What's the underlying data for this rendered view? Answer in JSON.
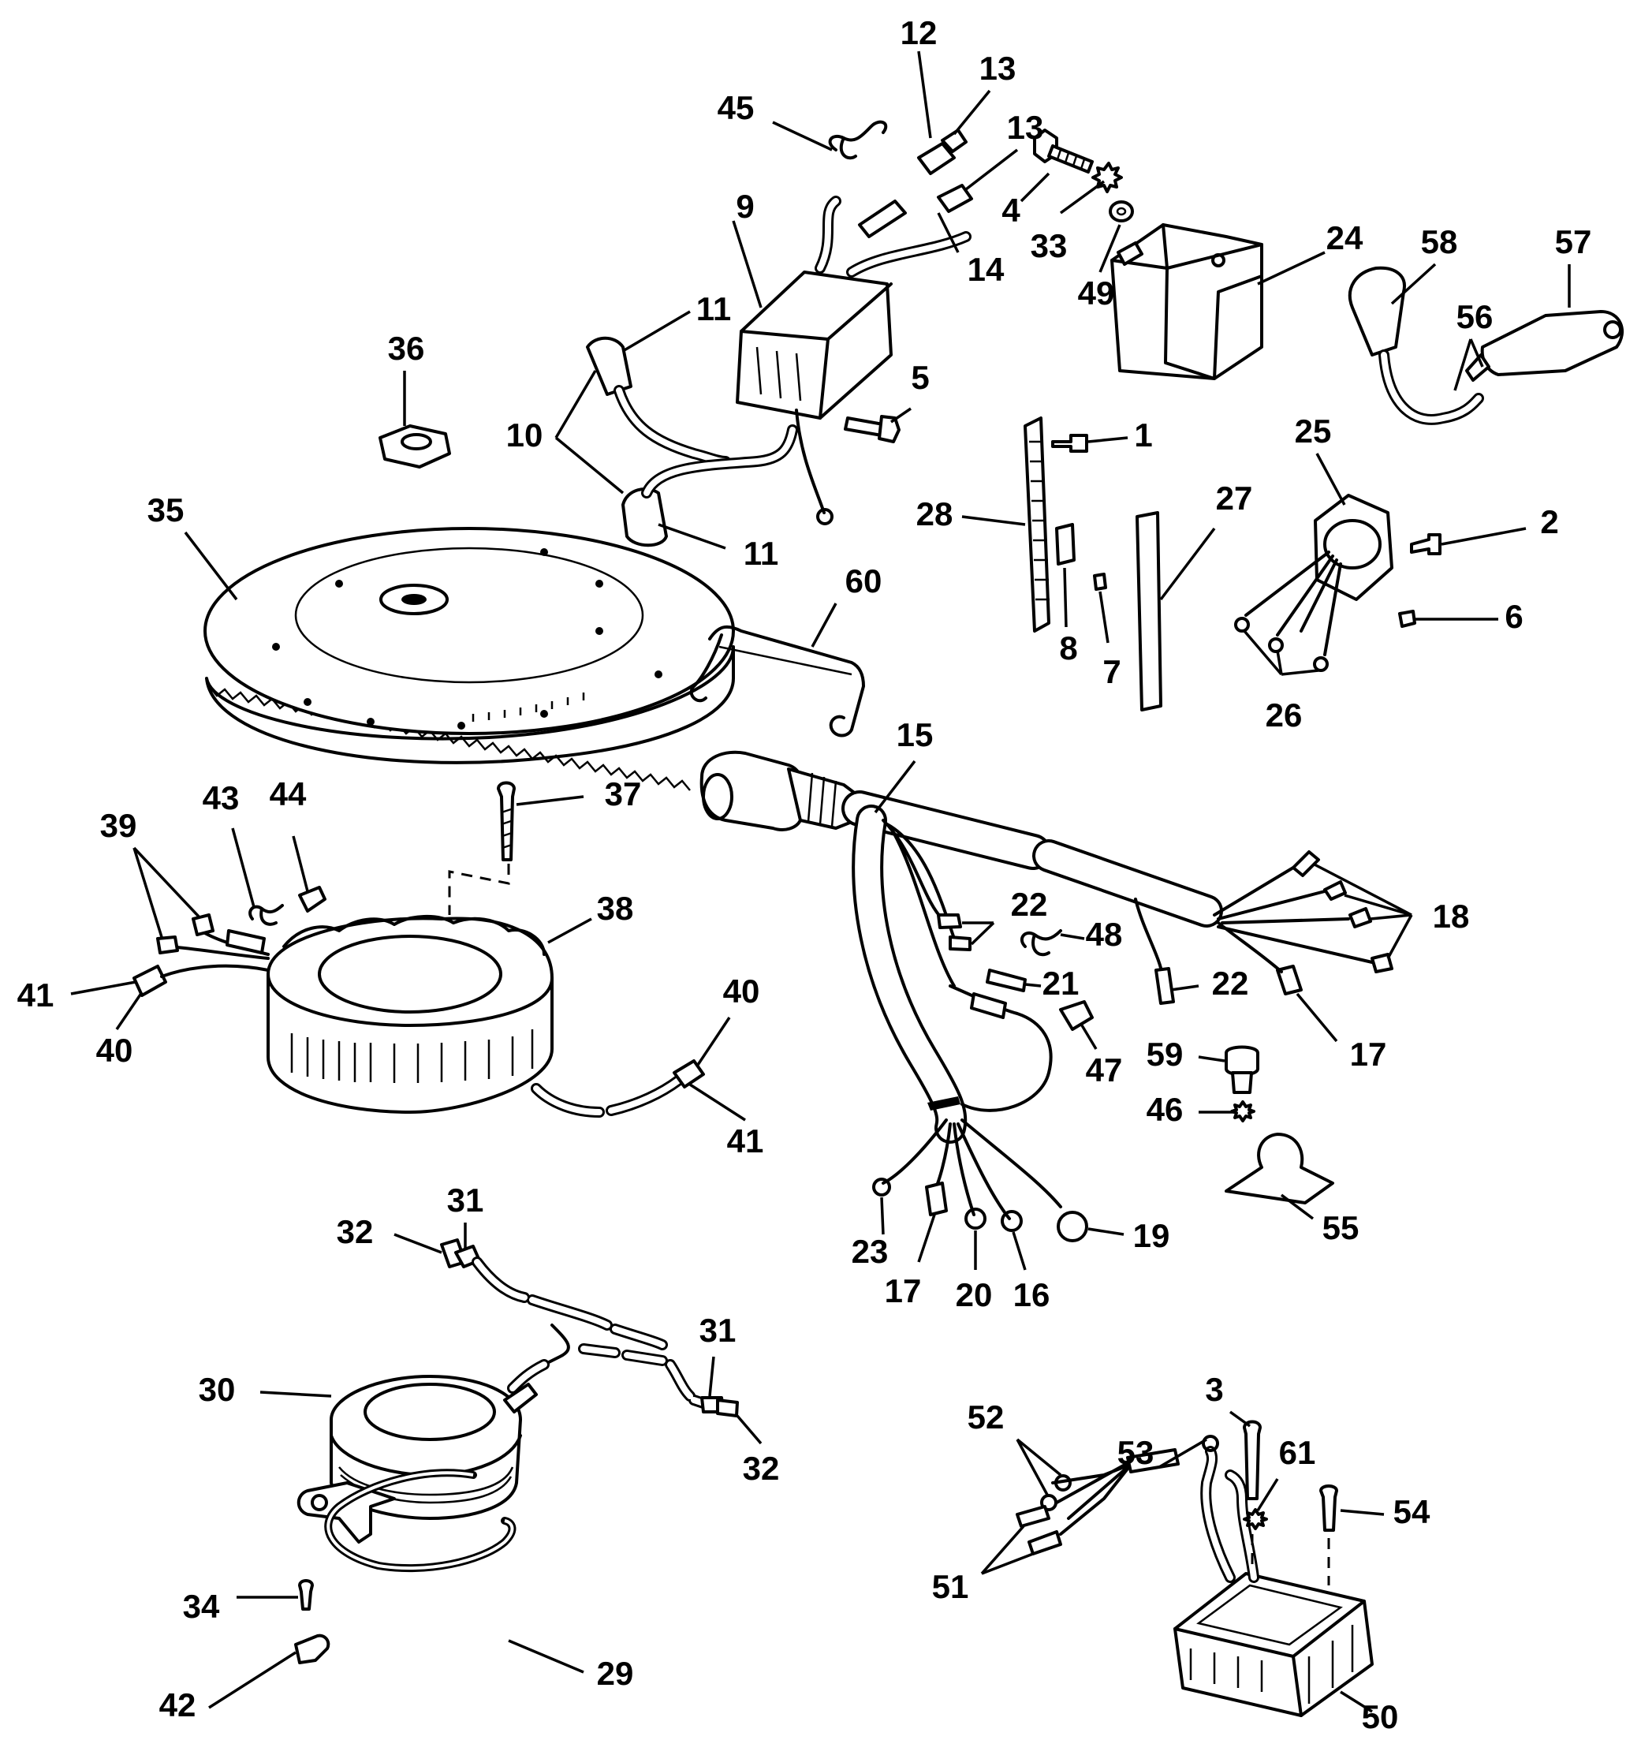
{
  "diagram": {
    "callouts": [
      {
        "id": "c1",
        "text": "1"
      },
      {
        "id": "c2",
        "text": "2"
      },
      {
        "id": "c3",
        "text": "3"
      },
      {
        "id": "c4",
        "text": "4"
      },
      {
        "id": "c5",
        "text": "5"
      },
      {
        "id": "c6",
        "text": "6"
      },
      {
        "id": "c7",
        "text": "7"
      },
      {
        "id": "c8",
        "text": "8"
      },
      {
        "id": "c9",
        "text": "9"
      },
      {
        "id": "c10",
        "text": "10"
      },
      {
        "id": "c11a",
        "text": "11"
      },
      {
        "id": "c11b",
        "text": "11"
      },
      {
        "id": "c12",
        "text": "12"
      },
      {
        "id": "c13a",
        "text": "13"
      },
      {
        "id": "c13b",
        "text": "13"
      },
      {
        "id": "c14",
        "text": "14"
      },
      {
        "id": "c15",
        "text": "15"
      },
      {
        "id": "c16",
        "text": "16"
      },
      {
        "id": "c17a",
        "text": "17"
      },
      {
        "id": "c17b",
        "text": "17"
      },
      {
        "id": "c18",
        "text": "18"
      },
      {
        "id": "c19",
        "text": "19"
      },
      {
        "id": "c20",
        "text": "20"
      },
      {
        "id": "c21",
        "text": "21"
      },
      {
        "id": "c22a",
        "text": "22"
      },
      {
        "id": "c22b",
        "text": "22"
      },
      {
        "id": "c23",
        "text": "23"
      },
      {
        "id": "c24",
        "text": "24"
      },
      {
        "id": "c25",
        "text": "25"
      },
      {
        "id": "c26",
        "text": "26"
      },
      {
        "id": "c27",
        "text": "27"
      },
      {
        "id": "c28",
        "text": "28"
      },
      {
        "id": "c29",
        "text": "29"
      },
      {
        "id": "c30",
        "text": "30"
      },
      {
        "id": "c31a",
        "text": "31"
      },
      {
        "id": "c31b",
        "text": "31"
      },
      {
        "id": "c32a",
        "text": "32"
      },
      {
        "id": "c32b",
        "text": "32"
      },
      {
        "id": "c33",
        "text": "33"
      },
      {
        "id": "c34",
        "text": "34"
      },
      {
        "id": "c35",
        "text": "35"
      },
      {
        "id": "c36",
        "text": "36"
      },
      {
        "id": "c37",
        "text": "37"
      },
      {
        "id": "c38",
        "text": "38"
      },
      {
        "id": "c39",
        "text": "39"
      },
      {
        "id": "c40a",
        "text": "40"
      },
      {
        "id": "c40b",
        "text": "40"
      },
      {
        "id": "c41a",
        "text": "41"
      },
      {
        "id": "c41b",
        "text": "41"
      },
      {
        "id": "c42",
        "text": "42"
      },
      {
        "id": "c43",
        "text": "43"
      },
      {
        "id": "c44",
        "text": "44"
      },
      {
        "id": "c45",
        "text": "45"
      },
      {
        "id": "c46",
        "text": "46"
      },
      {
        "id": "c47",
        "text": "47"
      },
      {
        "id": "c48",
        "text": "48"
      },
      {
        "id": "c49",
        "text": "49"
      },
      {
        "id": "c50",
        "text": "50"
      },
      {
        "id": "c51",
        "text": "51"
      },
      {
        "id": "c52",
        "text": "52"
      },
      {
        "id": "c53",
        "text": "53"
      },
      {
        "id": "c54",
        "text": "54"
      },
      {
        "id": "c55",
        "text": "55"
      },
      {
        "id": "c56",
        "text": "56"
      },
      {
        "id": "c57",
        "text": "57"
      },
      {
        "id": "c58",
        "text": "58"
      },
      {
        "id": "c59",
        "text": "59"
      },
      {
        "id": "c60",
        "text": "60"
      },
      {
        "id": "c61",
        "text": "61"
      }
    ]
  }
}
